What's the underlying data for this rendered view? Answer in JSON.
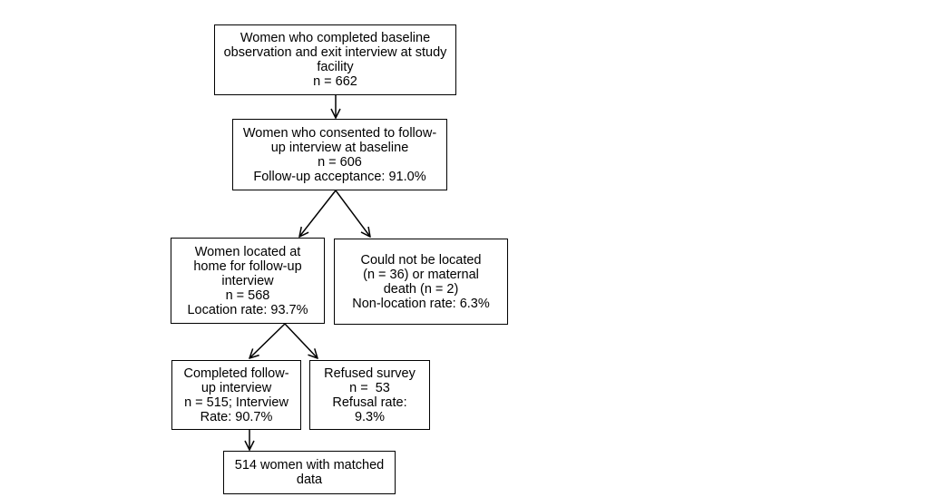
{
  "diagram": {
    "line_color": "#000000",
    "boxes": {
      "baseline": {
        "lines": [
          "Women who completed baseline",
          "observation and exit interview at study",
          "facility",
          "n = 662"
        ]
      },
      "consented": {
        "lines": [
          "Women who consented to follow-",
          "up interview at baseline",
          "n = 606",
          "Follow-up acceptance: 91.0%"
        ]
      },
      "located": {
        "lines": [
          "Women located at",
          "home for follow-up",
          "interview",
          "n = 568",
          "Location rate: 93.7%"
        ]
      },
      "not_located": {
        "lines": [
          "Could not be located",
          "(n = 36) or maternal",
          "death (n = 2)",
          "Non-location rate: 6.3%"
        ]
      },
      "completed": {
        "lines": [
          "Completed follow-",
          "up interview",
          "n = 515; Interview",
          "Rate: 90.7%"
        ]
      },
      "refused": {
        "lines": [
          "Refused survey",
          "n =  53",
          "Refusal rate:",
          "9.3%"
        ]
      },
      "matched": {
        "lines": [
          "514 women with matched",
          "data"
        ]
      }
    }
  }
}
